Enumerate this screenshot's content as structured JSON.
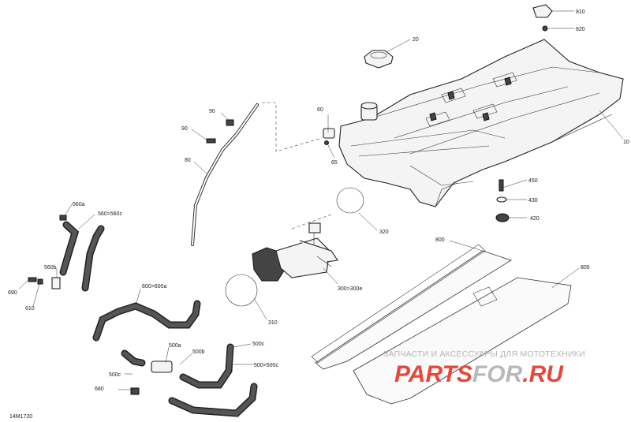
{
  "figure_code": "14M1720",
  "callouts": [
    {
      "id": "810",
      "text": "810"
    },
    {
      "id": "820",
      "text": "820"
    },
    {
      "id": "20",
      "text": "20"
    },
    {
      "id": "10",
      "text": "10"
    },
    {
      "id": "60",
      "text": "60"
    },
    {
      "id": "65",
      "text": "65"
    },
    {
      "id": "90a",
      "text": "90"
    },
    {
      "id": "90b",
      "text": "90"
    },
    {
      "id": "80",
      "text": "80"
    },
    {
      "id": "450",
      "text": "450"
    },
    {
      "id": "430",
      "text": "430"
    },
    {
      "id": "420",
      "text": "420"
    },
    {
      "id": "320",
      "text": "320"
    },
    {
      "id": "560a",
      "text": "560a"
    },
    {
      "id": "560-560c",
      "text": "560>560c"
    },
    {
      "id": "560b",
      "text": "560b"
    },
    {
      "id": "690",
      "text": "690"
    },
    {
      "id": "610",
      "text": "610"
    },
    {
      "id": "600-600a",
      "text": "600>600a"
    },
    {
      "id": "300-300e",
      "text": "300>300e"
    },
    {
      "id": "310",
      "text": "310"
    },
    {
      "id": "800",
      "text": "800"
    },
    {
      "id": "805",
      "text": "805"
    },
    {
      "id": "500a",
      "text": "500a"
    },
    {
      "id": "500b",
      "text": "500b"
    },
    {
      "id": "500c-top",
      "text": "500c"
    },
    {
      "id": "500-500c",
      "text": "500>500c"
    },
    {
      "id": "500c-left",
      "text": "500c"
    },
    {
      "id": "680",
      "text": "680"
    }
  ],
  "watermark": {
    "line1": "ЗАПЧАСТИ И АКСЕССУАРЫ ДЛЯ МОТОТЕХНИКИ",
    "line2_part1": "PARTS",
    "line2_part2": "FOR",
    "line2_part3": ".RU",
    "color_red": "#e8473a",
    "color_gray": "#b9b9b9"
  }
}
